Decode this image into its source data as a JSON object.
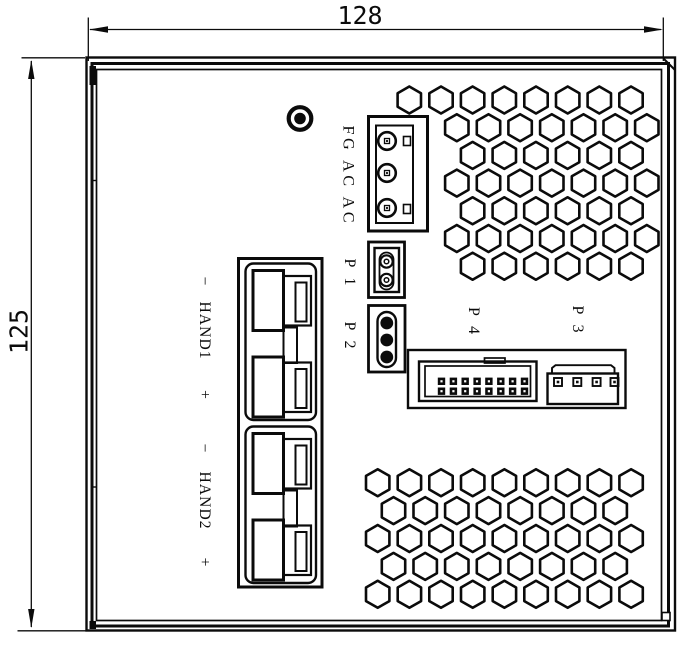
{
  "drawing": {
    "background": "#ffffff",
    "line_color": "#0b0b0b"
  },
  "dimensions": {
    "width_mm": "128",
    "height_mm": "125"
  },
  "connectors": {
    "ac_block_label": "FG AC AC",
    "p1_label": "P1",
    "p2_label": "P2",
    "p3_label": "P3",
    "p4_label": "P4",
    "hand1": {
      "minus": "−",
      "label": "HAND1",
      "plus": "+"
    },
    "hand2": {
      "minus": "−",
      "label": "HAND2",
      "plus": "+"
    }
  },
  "vents": {
    "hex_width": 23.4,
    "pitch_x": 31.67,
    "stroke": 2.6,
    "blocks": [
      {
        "name": "vent-top-right",
        "rows": [
          {
            "y": 100.0,
            "x0": 409.3,
            "n": 8
          },
          {
            "y": 127.7,
            "x0": 456.8,
            "n": 7
          },
          {
            "y": 155.4,
            "x0": 472.6,
            "n": 6
          },
          {
            "y": 183.1,
            "x0": 456.8,
            "n": 7
          },
          {
            "y": 210.8,
            "x0": 472.6,
            "n": 6
          },
          {
            "y": 238.5,
            "x0": 456.8,
            "n": 7
          },
          {
            "y": 266.2,
            "x0": 472.6,
            "n": 6
          }
        ]
      },
      {
        "name": "vent-bottom",
        "rows": [
          {
            "y": 482.7,
            "x0": 377.7,
            "n": 9
          },
          {
            "y": 510.6,
            "x0": 393.5,
            "n": 8
          },
          {
            "y": 538.5,
            "x0": 377.7,
            "n": 9
          },
          {
            "y": 566.4,
            "x0": 393.5,
            "n": 8
          },
          {
            "y": 594.3,
            "x0": 377.7,
            "n": 9
          }
        ]
      }
    ]
  }
}
